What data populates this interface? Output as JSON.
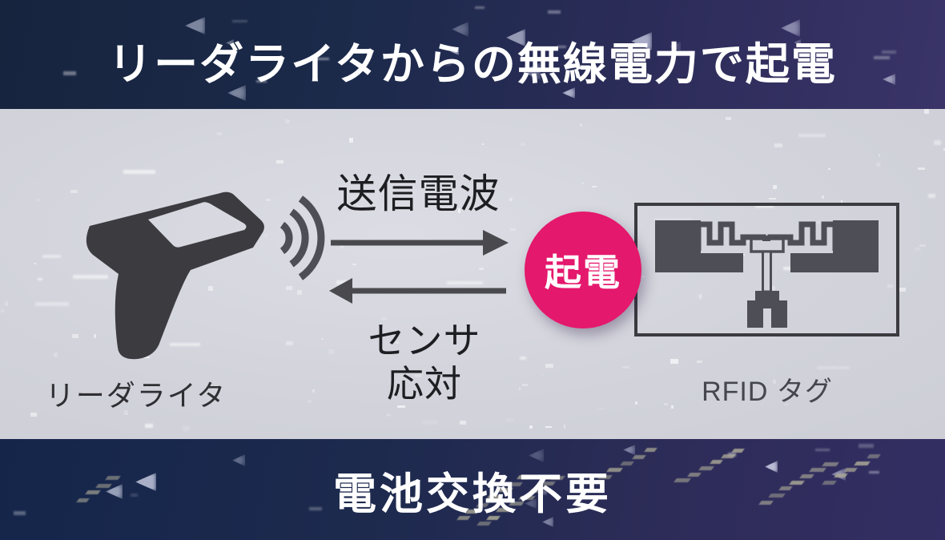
{
  "header": {
    "title": "リーダライタからの無線電力で起電"
  },
  "diagram": {
    "reader_label": "リーダライタ",
    "transmit_label": "送信電波",
    "response_label_line1": "センサ",
    "response_label_line2": "応対",
    "power_badge_label": "起電",
    "tag_label": "RFID タグ"
  },
  "footer": {
    "caption": "電池交換不要"
  },
  "colors": {
    "accent_pink": "#e4186c",
    "icon_dark": "#3b3b40",
    "icon_gray": "#4e4e56",
    "arrow_gray": "#4a4a4e",
    "band_gray": "#d2d3db",
    "text_dark": "#1e1e22",
    "title_white": "#ffffff"
  },
  "icons": {
    "reader": "handheld-scanner-icon",
    "signal": "wireless-waves-icon",
    "arrows": "bidirectional-arrows-icon",
    "tag": "rfid-inlay-icon"
  }
}
